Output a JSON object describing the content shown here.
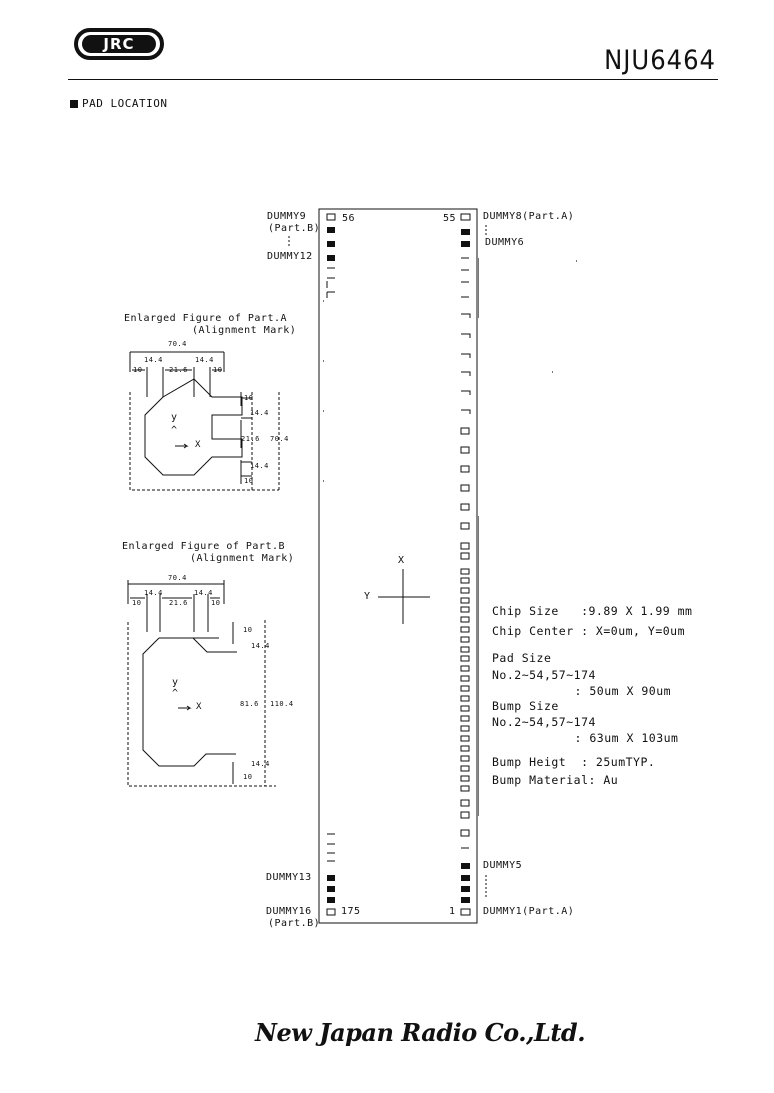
{
  "header": {
    "logo_text": "JRC",
    "part_number": "NJU6464"
  },
  "section_title": "PAD LOCATION",
  "chip": {
    "corner_56": "56",
    "corner_55": "55",
    "corner_175": "175",
    "corner_1": "1",
    "dummy9": "DUMMY9",
    "part_b_top": "(Part.B)",
    "dummy12": "DUMMY12",
    "dummy8": "DUMMY8(Part.A)",
    "dummy6": "DUMMY6",
    "dummy13": "DUMMY13",
    "dummy16": "DUMMY16",
    "part_b_bottom": "(Part.B)",
    "dummy5": "DUMMY5",
    "dummy1": "DUMMY1(Part.A)",
    "axis_x": "X",
    "axis_y": "Y"
  },
  "part_a": {
    "title": "Enlarged Figure of Part.A",
    "subtitle": "(Alignment Mark)",
    "dims": {
      "total_w": "70.4",
      "w1": "14.4",
      "w2": "14.4",
      "a1": "10",
      "mid": "21.6",
      "a2": "10",
      "v1": "10",
      "v2": "14.4",
      "vmid": "21.6",
      "total_h": "70.4",
      "v3": "14.4",
      "v4": "10"
    },
    "y_label": "y",
    "caret": "^",
    "x_label": "X"
  },
  "part_b": {
    "title": "Enlarged Figure of Part.B",
    "subtitle": "(Alignment Mark)",
    "dims": {
      "total_w": "70.4",
      "w1": "14.4",
      "w2": "14.4",
      "a1": "10",
      "mid": "21.6",
      "a2": "10",
      "v1": "10",
      "v2": "14.4",
      "vmid": "81.6",
      "total_h": "110.4",
      "v3": "14.4",
      "v4": "10"
    },
    "y_label": "y",
    "caret": "^",
    "x_label": "X"
  },
  "specs": [
    "Chip Size   :9.89 X 1.99 mm",
    "Chip Center : X=0um, Y=0um",
    "Pad Size",
    "No.2~54,57~174",
    "      : 50um X 90um",
    "Bump Size",
    "No.2~54,57~174",
    "      : 63um X 103um",
    "Bump Heigt  : 25umTYP.",
    "Bump Material: Au"
  ],
  "footer": "New Japan Radio Co.,Ltd."
}
